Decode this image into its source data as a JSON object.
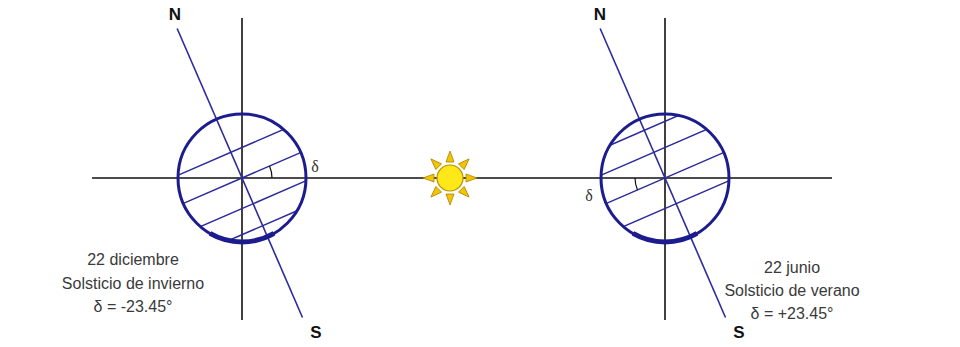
{
  "diagram": {
    "labels": [
      "N",
      "N",
      "δ",
      "δ",
      "22 diciembre",
      "Solsticio de invierno",
      "δ = -23.45°",
      "22 junio",
      "Solsticio de verano",
      "δ = +23.45°",
      "S",
      "S"
    ]
  }
}
